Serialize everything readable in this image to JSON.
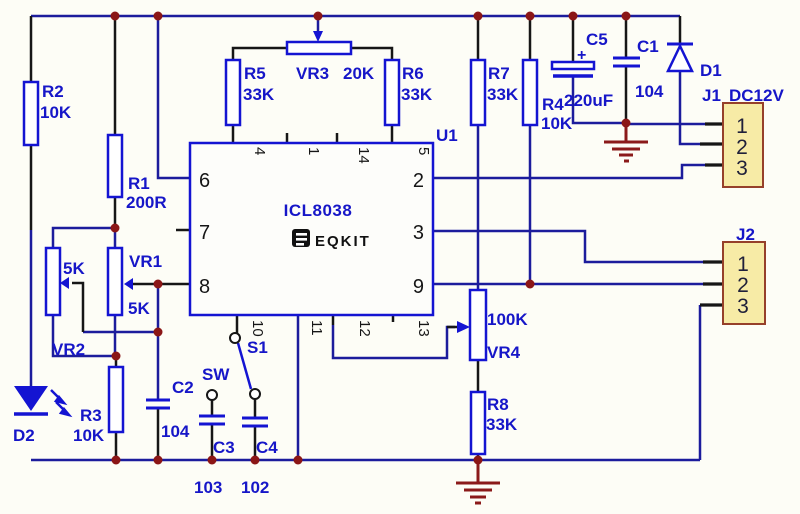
{
  "title": "ICL8038 function generator schematic",
  "colors": {
    "wire": "#1c1c9c",
    "component": "#1414d2",
    "label": "#1616c8",
    "junction_dot": "#8b1616",
    "ground": "#8b1a1a",
    "connector_fill": "#f7eba6",
    "connector_border": "#96402a",
    "background": "#fdfdf6"
  },
  "components": {
    "r2": {
      "ref": "R2",
      "value": "10K"
    },
    "r1": {
      "ref": "R1",
      "value": "200R"
    },
    "r5": {
      "ref": "R5",
      "value": "33K"
    },
    "vr3": {
      "ref": "VR3",
      "value": "20K"
    },
    "r6": {
      "ref": "R6",
      "value": "33K"
    },
    "r7": {
      "ref": "R7",
      "value": "33K"
    },
    "r4": {
      "ref": "R4",
      "value": "10K"
    },
    "c5": {
      "ref": "C5",
      "value": "220uF",
      "plus": "+"
    },
    "c1": {
      "ref": "C1",
      "value": "104"
    },
    "d1": {
      "ref": "D1"
    },
    "j1": {
      "ref": "J1",
      "name": "DC12V",
      "pins": [
        "1",
        "2",
        "3"
      ]
    },
    "j2": {
      "ref": "J2",
      "pins": [
        "1",
        "2",
        "3"
      ]
    },
    "u1": {
      "ref": "U1",
      "part": "ICL8038",
      "brand": "EQKIT",
      "pins_left": [
        "6",
        "7",
        "8"
      ],
      "pins_right": [
        "2",
        "3",
        "9"
      ],
      "pins_top": [
        "4",
        "1",
        "14",
        "5"
      ],
      "pins_bottom": [
        "10",
        "11",
        "12",
        "13"
      ]
    },
    "vr1": {
      "ref": "VR1",
      "value": "5K"
    },
    "vr2": {
      "ref": "VR2",
      "value": "5K"
    },
    "d2": {
      "ref": "D2"
    },
    "r3": {
      "ref": "R3",
      "value": "10K"
    },
    "c2": {
      "ref": "C2",
      "value": "104"
    },
    "s1": {
      "ref": "S1",
      "label2": "SW"
    },
    "c3": {
      "ref": "C3",
      "value": "103"
    },
    "c4": {
      "ref": "C4",
      "value": "102"
    },
    "vr4": {
      "ref": "VR4",
      "value": "100K"
    },
    "r8": {
      "ref": "R8",
      "value": "33K"
    }
  }
}
